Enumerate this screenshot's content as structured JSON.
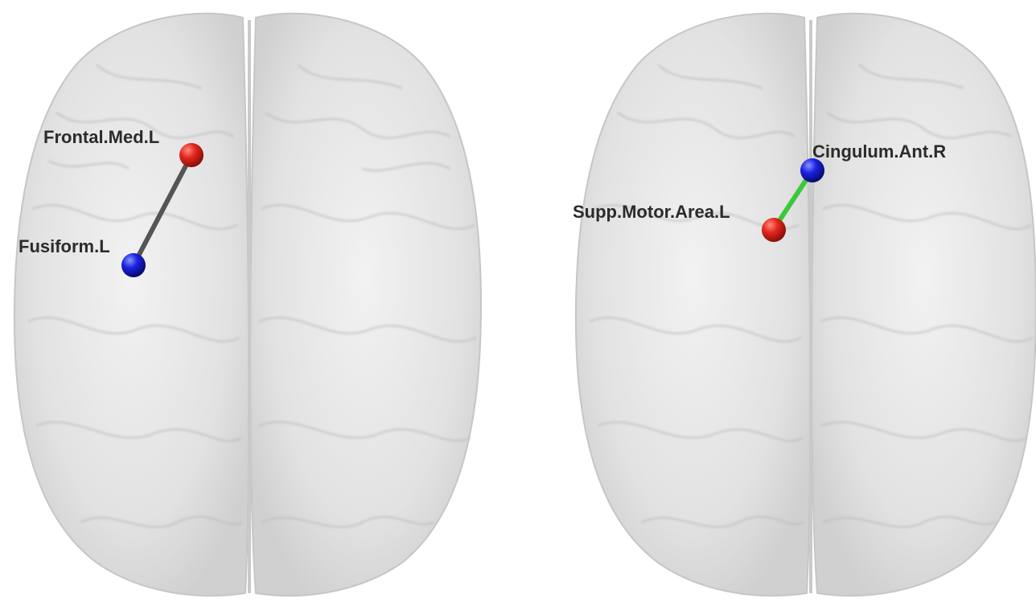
{
  "panels": [
    {
      "id": "left",
      "edge_color": "#555555",
      "nodes": [
        {
          "label": "Frontal.Med.L",
          "color": "#d62a1f"
        },
        {
          "label": "Fusiform.L",
          "color": "#1f2bd6"
        }
      ]
    },
    {
      "id": "right",
      "edge_color": "#38c93a",
      "nodes": [
        {
          "label": "Cingulum.Ant.R",
          "color": "#1f2bd6"
        },
        {
          "label": "Supp.Motor.Area.L",
          "color": "#d62a1f"
        }
      ]
    }
  ]
}
